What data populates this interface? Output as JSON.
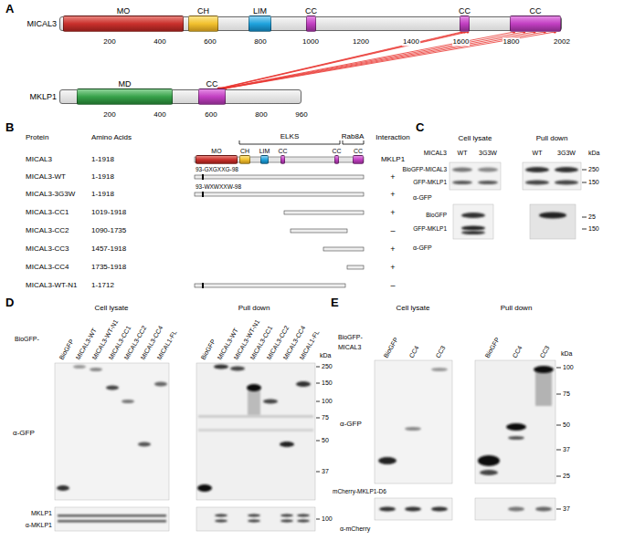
{
  "diagram": {
    "nodes": [
      {
        "text": [
          "MICAL3"
        ]
      },
      {
        "text": [
          "MO"
        ],
        "in": 0
      },
      {
        "text": [
          "CH"
        ],
        "in": 0
      },
      {
        "text": [
          "LIM"
        ],
        "in": 0
      },
      {
        "text": [
          "CC"
        ],
        "in": 0
      },
      {
        "text": [
          "CC"
        ],
        "in": 0
      },
      {
        "text": [
          "CC"
        ],
        "in": 0
      },
      {
        "text": [
          "MKLP1"
        ]
      },
      {
        "text": [
          "MD"
        ],
        "in": 7
      },
      {
        "text": [
          "CC"
        ],
        "in": 7
      },
      {
        "text": [
          "MO"
        ]
      },
      {
        "text": [
          "CH"
        ]
      },
      {
        "text": [
          "LIM"
        ]
      },
      {
        "text": [
          "CC"
        ]
      },
      {
        "text": [
          "CC"
        ]
      },
      {
        "text": [
          "CC"
        ]
      }
    ],
    "edges": [
      {
        "from": 9,
        "to": 5,
        "arrow": "none"
      },
      {
        "from": 9,
        "to": 5,
        "arrow": "none"
      },
      {
        "from": 9,
        "to": 5,
        "arrow": "none"
      },
      {
        "from": 9,
        "to": 6,
        "arrow": "none"
      },
      {
        "from": 9,
        "to": 6,
        "arrow": "none"
      },
      {
        "from": 9,
        "to": 6,
        "arrow": "none"
      },
      {
        "from": 9,
        "to": 6,
        "arrow": "none"
      },
      {
        "from": 9,
        "to": 6,
        "arrow": "none"
      }
    ],
    "labels": [
      "A",
      "B",
      "C",
      "D",
      "E",
      "200",
      "400",
      "600",
      "800",
      "1000",
      "1200",
      "1400",
      "1600",
      "1800",
      "2002",
      "200",
      "400",
      "600",
      "800",
      "960",
      "Protein",
      "Amino Acids",
      "ELKS",
      "Rab8A",
      "Interaction",
      "MKLP1",
      "MICAL3",
      "1-1918",
      "MICAL3-WT",
      "1-1918",
      "93-GXGXXG-98",
      "+",
      "MICAL3-3G3W",
      "1-1918",
      "93-WXWXXW-98",
      "+",
      "MICAL3-CC1",
      "1019-1918",
      "+",
      "MICAL3-CC2",
      "1090-1735",
      "–",
      "MICAL3-CC3",
      "1457-1918",
      "+",
      "MICAL3-CC4",
      "1735-1918",
      "+",
      "MICAL3-WT-N1",
      "1-1712",
      "–",
      "Cell lysate",
      "Pull down",
      "MICAL3",
      "WT",
      "3G3W",
      "WT",
      "3G3W",
      "kDa",
      "BioGFP-MICAL3",
      "GFP-MKLP1",
      "250",
      "150",
      "α-GFP",
      "BioGFP",
      "GFP-MKLP1",
      "25",
      "150",
      "α-GFP",
      "Cell lysate",
      "Pull down",
      "BioGFP-",
      "BioGFP",
      "MICAL3-WT",
      "MICAL3-WT-N1",
      "MICAL3-CC1",
      "MICAL3-CC2",
      "MICAL3-CC4",
      "MICAL1-FL",
      "BioGFP",
      "MICAL3-WT",
      "MICAL3-WT-N1",
      "MICAL3-CC1",
      "MICAL3-CC2",
      "MICAL3-CC4",
      "MICAL1-FL",
      "kDa",
      "250",
      "150",
      "100",
      "75",
      "50",
      "37",
      "α-GFP",
      "MKLP1",
      "α-MKLP1",
      "100",
      "BioGFP-",
      "MICAL3",
      "Cell lysate",
      "Pull down",
      "BioGFP",
      "CC4",
      "CC3",
      "BioGFP",
      "CC4",
      "CC3",
      "kDa",
      "100",
      "75",
      "50",
      "37",
      "25",
      "α-GFP",
      "mCherry-MKLP1-D6",
      "α-mCherry",
      "37"
    ]
  }
}
